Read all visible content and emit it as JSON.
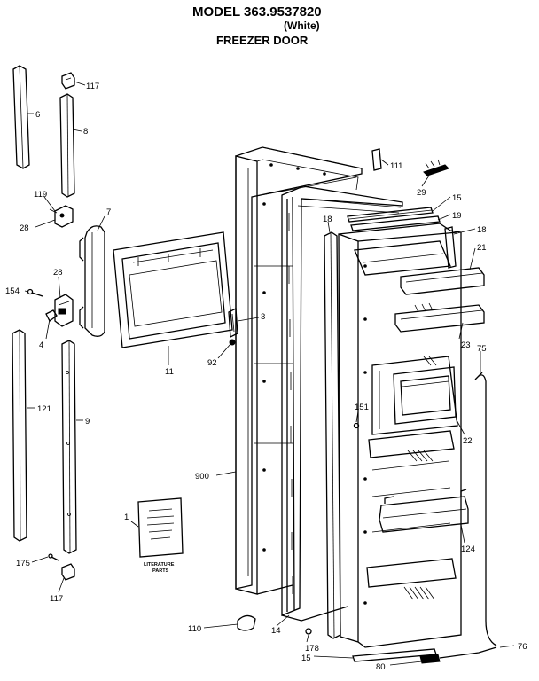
{
  "header": {
    "model": "MODEL 363.9537820",
    "variant": "(White)",
    "section": "FREEZER DOOR"
  },
  "literature": {
    "line1": "LITERATURE",
    "line2": "PARTS"
  },
  "callouts": {
    "c6": "6",
    "c117_top": "117",
    "c8": "8",
    "c119": "119",
    "c28_top": "28",
    "c7": "7",
    "c28_mid": "28",
    "c154": "154",
    "c4": "4",
    "c121": "121",
    "c9": "9",
    "c11": "11",
    "c3": "3",
    "c92": "92",
    "c111": "111",
    "c29": "29",
    "c15_top": "15",
    "c18_left": "18",
    "c19": "19",
    "c18_right": "18",
    "c21": "21",
    "c23": "23",
    "c75": "75",
    "c151": "151",
    "c22": "22",
    "c900": "900",
    "c1": "1",
    "c124": "124",
    "c175": "175",
    "c117_bottom": "117",
    "c110": "110",
    "c14": "14",
    "c178": "178",
    "c15_bottom": "15",
    "c80": "80",
    "c76": "76"
  }
}
